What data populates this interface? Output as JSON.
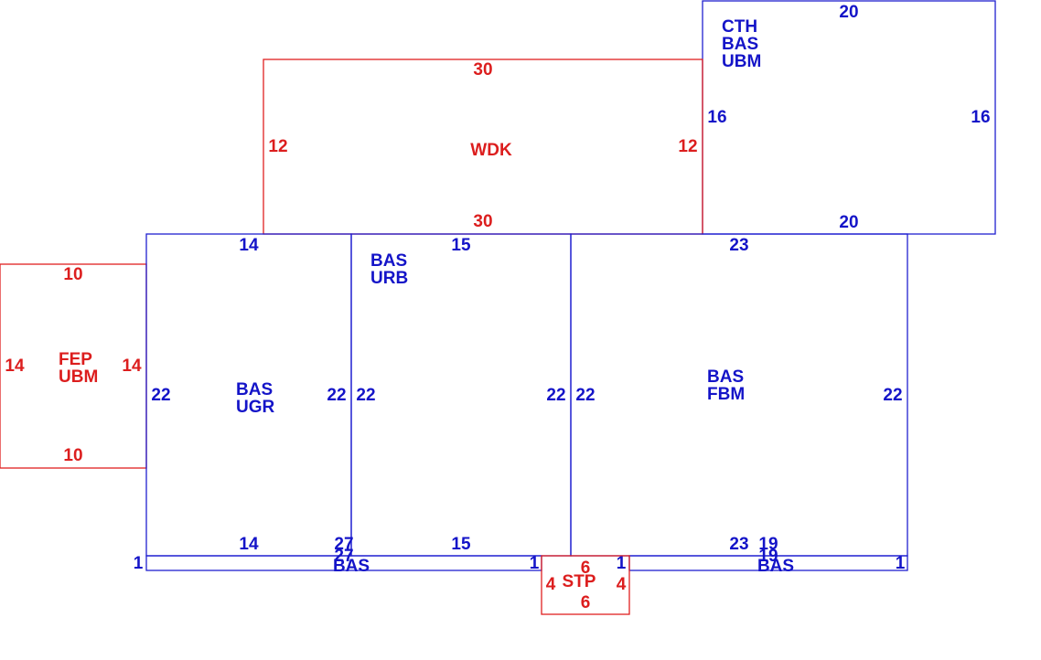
{
  "colors": {
    "blue": "#1414c8",
    "red": "#dc1e1e"
  },
  "areas": {
    "cth": {
      "codes": [
        "CTH",
        "BAS",
        "UBM"
      ],
      "top": "20",
      "bottom": "20",
      "left": "16",
      "right": "16"
    },
    "wdk": {
      "code": "WDK",
      "top": "30",
      "bottom": "30",
      "left": "12",
      "right": "12"
    },
    "fep": {
      "codes": [
        "FEP",
        "UBM"
      ],
      "top": "10",
      "bottom": "10",
      "left": "14",
      "right": "14"
    },
    "ugr": {
      "codes": [
        "BAS",
        "UGR"
      ],
      "top": "14",
      "bottom": "14",
      "left": "22",
      "right": "22"
    },
    "urb": {
      "codes": [
        "BAS",
        "URB"
      ],
      "top": "15",
      "bottom": "15",
      "left": "22",
      "right": "22"
    },
    "fbm": {
      "codes": [
        "BAS",
        "FBM"
      ],
      "top": "23",
      "bottom": "23",
      "left": "22",
      "right": "22"
    },
    "strip_left": {
      "code": "BAS",
      "top": "27",
      "bottom": "27",
      "left": "1",
      "right": "1"
    },
    "strip_right": {
      "code": "BAS",
      "top": "19",
      "bottom": "19",
      "left": "1",
      "right": "1"
    },
    "stp": {
      "code": "STP",
      "top": "6",
      "bottom": "6",
      "left": "4",
      "right": "4"
    }
  }
}
